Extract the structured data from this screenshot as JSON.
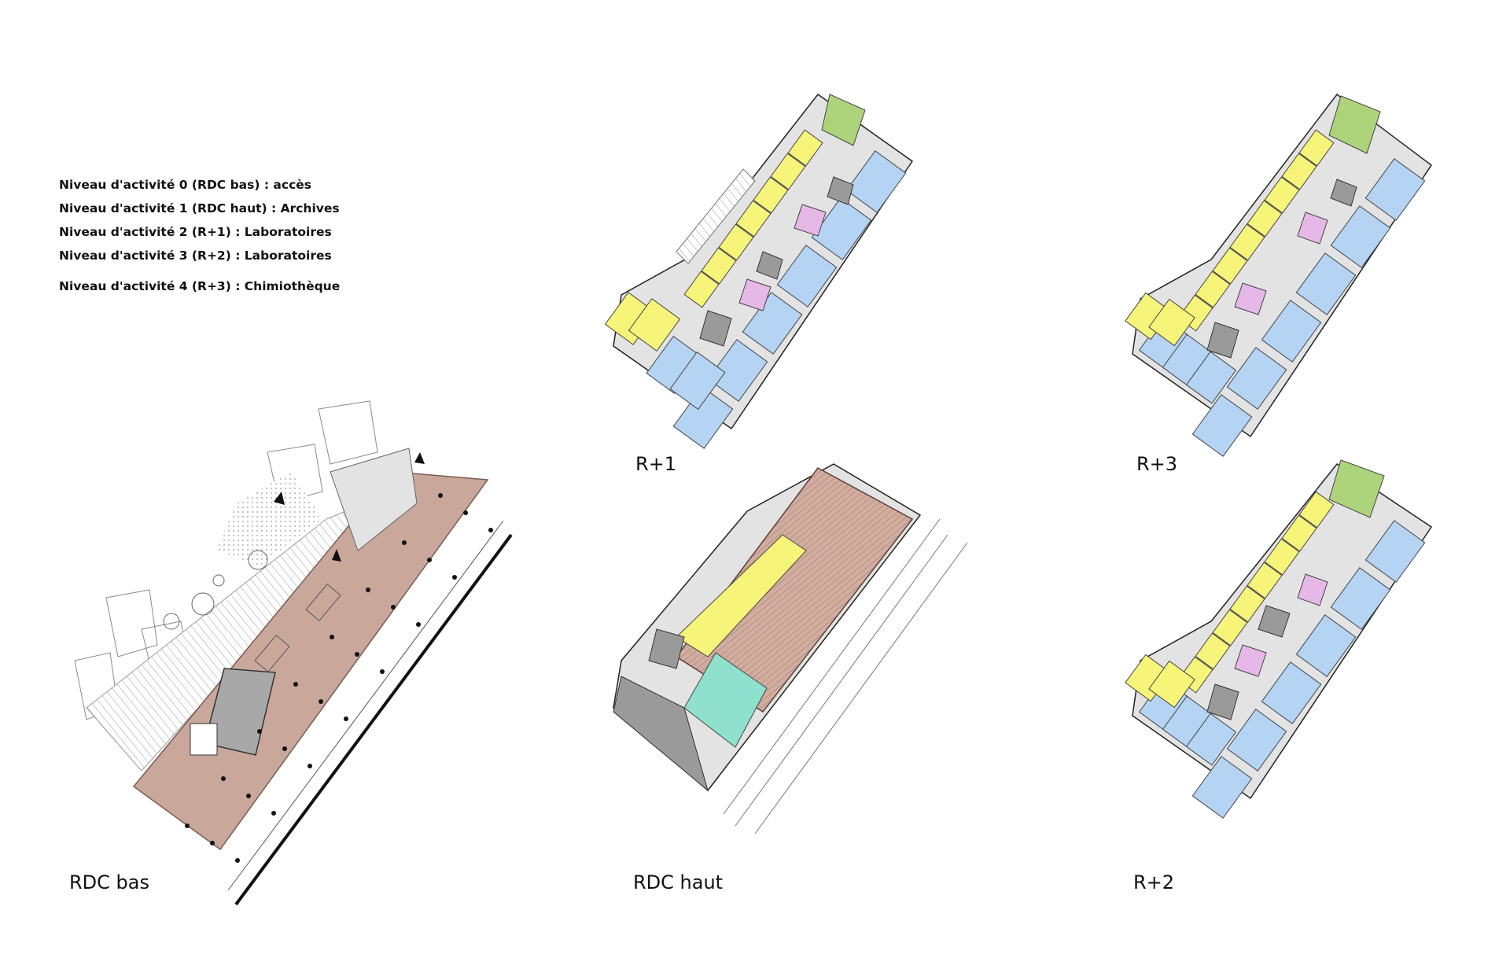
{
  "legend": [
    "Niveau d'activité 0 (RDC bas) : accès",
    "Niveau d'activité 1 (RDC haut) : Archives",
    "Niveau d'activité 2 (R+1) : Laboratoires",
    "Niveau d'activité 3 (R+2) : Laboratoires",
    "Niveau d'activité 4 (R+3) : Chimiothèque"
  ],
  "plans": {
    "rdc_bas": {
      "caption": "RDC bas"
    },
    "rdc_haut": {
      "caption": "RDC haut"
    },
    "r1": {
      "caption": "R+1"
    },
    "r2": {
      "caption": "R+2"
    },
    "r3": {
      "caption": "R+3"
    }
  },
  "colors": {
    "laboratoire": "#b5d4f4",
    "bureau": "#f7f47a",
    "chimiotheque": "#add47a",
    "local_technique": "#e6b8e8",
    "sanitaires": "#9a9a9a",
    "archives": "#d7b4a6",
    "acces": "#c9a89b",
    "archives_annexe": "#8fe0cc",
    "circulation": "#e3e3e3"
  }
}
